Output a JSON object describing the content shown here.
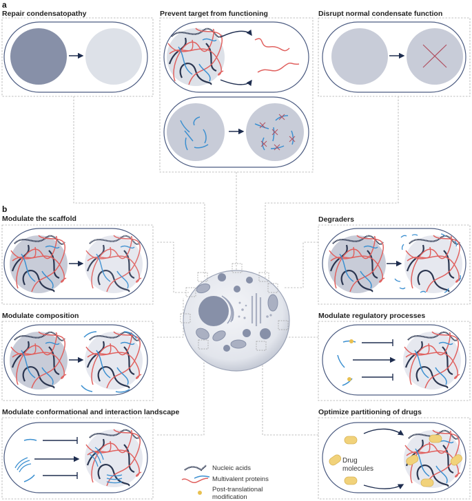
{
  "panel_a": {
    "letter": "a",
    "panels": [
      {
        "title": "Repair condensatopathy"
      },
      {
        "title": "Prevent target from functioning"
      },
      {
        "title": "Disrupt normal condensate function"
      }
    ]
  },
  "panel_b": {
    "letter": "b",
    "panels": [
      {
        "title": "Modulate the scaffold"
      },
      {
        "title": "Degraders"
      },
      {
        "title": "Modulate composition"
      },
      {
        "title": "Modulate regulatory processes"
      },
      {
        "title": "Modulate conformational and interaction landscape"
      },
      {
        "title": "Optimize partitioning of drugs"
      }
    ]
  },
  "drug_label": [
    "Drug",
    "molecules"
  ],
  "legend": {
    "items": [
      {
        "icon": "nucleic-acid-icon",
        "label": "Nucleic acids"
      },
      {
        "icon": "multivalent-protein-icon",
        "label": "Multivalent proteins"
      },
      {
        "icon": "ptm-dot-icon",
        "label_lines": [
          "Post-translational",
          "modification"
        ]
      }
    ]
  },
  "colors": {
    "dark_condensate": "#8790a8",
    "light_condensate": "#dde1e8",
    "medium_condensate": "#c8ccd8",
    "outline": "#4a5a80",
    "arrow": "#1e2d4f",
    "nucleic": "#2b3650",
    "protein_red": "#e0605e",
    "protein_blue": "#3b8fd0",
    "ptm": "#e8c050",
    "drug": "#f1d27a",
    "cross": "#b05060",
    "dashed": "#aaaaaa"
  }
}
